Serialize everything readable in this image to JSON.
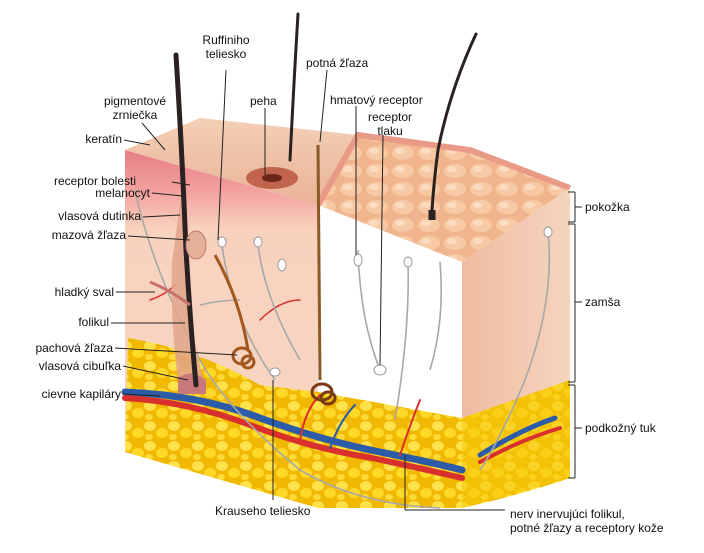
{
  "labels": {
    "keratin": "keratín",
    "pigment_1": "pigmentové",
    "pigment_2": "zrniečka",
    "ruffini_1": "Ruffiniho",
    "ruffini_2": "teliesko",
    "peha": "peha",
    "potna_zlaza": "potná žľaza",
    "hmatovy_receptor": "hmatový receptor",
    "receptor_tlaku_1": "receptor",
    "receptor_tlaku_2": "tlaku",
    "receptor_bolesti": "receptor bolesti",
    "melanocyt": "melanocyt",
    "vlasova_dutinka": "vlasová dutinka",
    "mazova_zlaza": "mazová žľaza",
    "hladky_sval": "hladký sval",
    "folikul": "folikul",
    "pachova_zlaza": "pachová žľaza",
    "vlasova_cibulka": "vlasová cibuľka",
    "cievne_kapilary": "cievne kapiláry",
    "pokozka": "pokožka",
    "zamsa": "zamša",
    "podkozny_tuk": "podkožný tuk",
    "krauseho_teliesko": "Krauseho teliesko",
    "nerv_1": "nerv inervujúci folikul,",
    "nerv_2": "potné žľazy a receptory kože"
  },
  "colors": {
    "epidermis": "#f0c0a8",
    "dermis": "#f6d2bc",
    "fat": "#f2c200",
    "fat_light": "#ffe24a",
    "artery": "#d8302c",
    "vein": "#2c5ca8",
    "hair": "#2a2220",
    "nerve": "#a8a8a8"
  }
}
